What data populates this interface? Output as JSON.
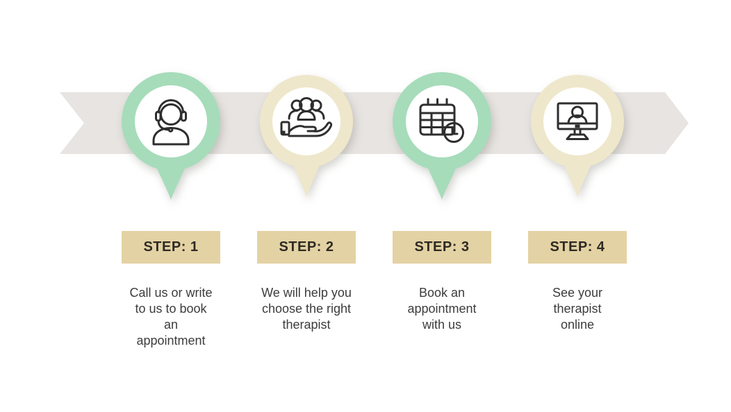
{
  "colors": {
    "band": "#e7e4e1",
    "mint": "#a6dcba",
    "cream": "#efe7cb",
    "step_box": "#e3d2a3",
    "step_text": "#2e2a24",
    "description_text": "#3c3c3c",
    "icon_stroke": "#2e2e2e"
  },
  "steps": [
    {
      "label": "STEP: 1",
      "description": "Call us or write\nto us to book\nan\nappointment",
      "icon": "support-agent-headset-icon",
      "accent": "mint"
    },
    {
      "label": "STEP: 2",
      "description": "We will help you\nchoose the right\ntherapist",
      "icon": "people-in-hand-icon",
      "accent": "cream"
    },
    {
      "label": "STEP: 3",
      "description": "Book an\nappointment\nwith us",
      "icon": "calendar-clock-icon",
      "accent": "mint"
    },
    {
      "label": "STEP: 4",
      "description": "See your\ntherapist\nonline",
      "icon": "monitor-person-icon",
      "accent": "cream"
    }
  ]
}
